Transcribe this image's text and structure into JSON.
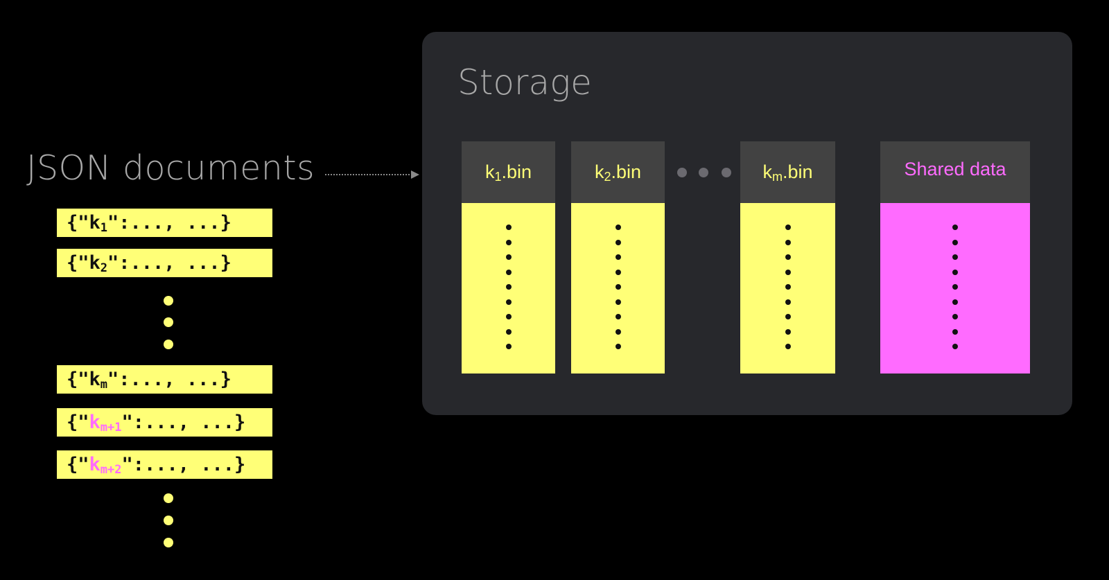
{
  "left": {
    "title": "JSON documents",
    "documents": [
      {
        "prefix": "{\"",
        "key": "k",
        "sub": "1",
        "suffix": "\":..., ...}",
        "key_color": "#111111"
      },
      {
        "prefix": "{\"",
        "key": "k",
        "sub": "2",
        "suffix": "\":..., ...}",
        "key_color": "#111111"
      },
      {
        "prefix": "{\"",
        "key": "k",
        "sub": "m",
        "suffix": "\":..., ...}",
        "key_color": "#111111"
      },
      {
        "prefix": "{\"",
        "key": "k",
        "sub": "m+1",
        "suffix": "\":..., ...}",
        "key_color": "#ff6bff"
      },
      {
        "prefix": "{\"",
        "key": "k",
        "sub": "m+2",
        "suffix": "\":..., ...}",
        "key_color": "#ff6bff"
      }
    ]
  },
  "storage": {
    "title": "Storage",
    "columns": [
      {
        "key": "k",
        "sub": "1",
        "ext": ".bin"
      },
      {
        "key": "k",
        "sub": "2",
        "ext": ".bin"
      },
      {
        "key": "k",
        "sub": "m",
        "ext": ".bin"
      }
    ],
    "shared_label": "Shared data"
  },
  "colors": {
    "yellow": "#ffff77",
    "pink": "#ff6bff",
    "panel": "#27282c",
    "header": "#424242"
  }
}
